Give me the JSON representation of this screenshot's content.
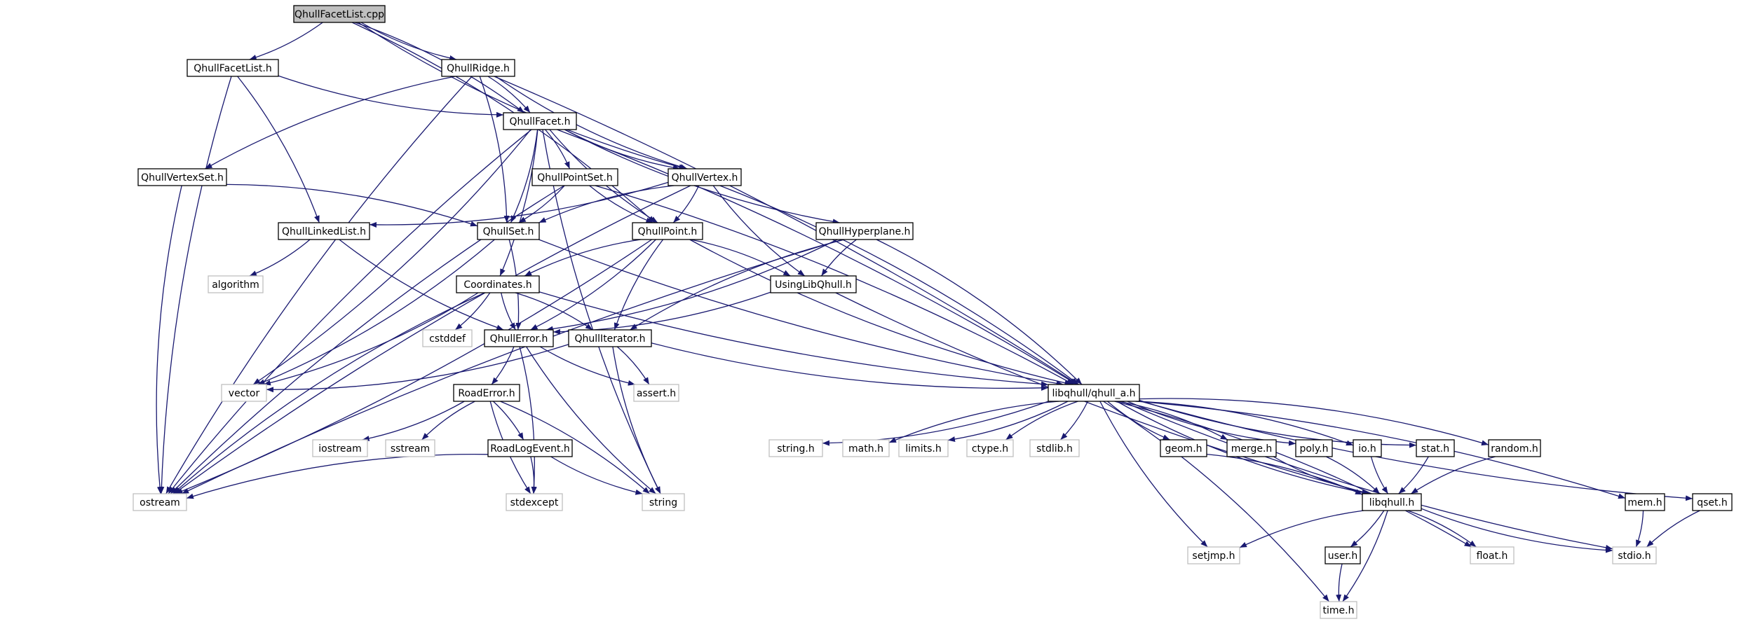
{
  "diagram": {
    "colors": {
      "edge": "#191970",
      "box_border": "#000000",
      "ext_border": "#bfbfbf",
      "root_fill": "#bfbfbf",
      "box_fill": "#ffffff",
      "text": "#000000"
    },
    "nodes": [
      {
        "id": "cpp",
        "label": "QhullFacetList.cpp",
        "kind": "root"
      },
      {
        "id": "fl_h",
        "label": "QhullFacetList.h",
        "kind": "box"
      },
      {
        "id": "ridge",
        "label": "QhullRidge.h",
        "kind": "box"
      },
      {
        "id": "facet",
        "label": "QhullFacet.h",
        "kind": "box"
      },
      {
        "id": "vset",
        "label": "QhullVertexSet.h",
        "kind": "box"
      },
      {
        "id": "pset",
        "label": "QhullPointSet.h",
        "kind": "box"
      },
      {
        "id": "vertex",
        "label": "QhullVertex.h",
        "kind": "box"
      },
      {
        "id": "llist",
        "label": "QhullLinkedList.h",
        "kind": "box"
      },
      {
        "id": "set",
        "label": "QhullSet.h",
        "kind": "box"
      },
      {
        "id": "point",
        "label": "QhullPoint.h",
        "kind": "box"
      },
      {
        "id": "hyper",
        "label": "QhullHyperplane.h",
        "kind": "box"
      },
      {
        "id": "algorithm",
        "label": "algorithm",
        "kind": "ext"
      },
      {
        "id": "coords",
        "label": "Coordinates.h",
        "kind": "box"
      },
      {
        "id": "using",
        "label": "UsingLibQhull.h",
        "kind": "box"
      },
      {
        "id": "cstddef",
        "label": "cstddef",
        "kind": "ext"
      },
      {
        "id": "error",
        "label": "QhullError.h",
        "kind": "box"
      },
      {
        "id": "iter",
        "label": "QhullIterator.h",
        "kind": "box"
      },
      {
        "id": "vector",
        "label": "vector",
        "kind": "ext"
      },
      {
        "id": "roaderr",
        "label": "RoadError.h",
        "kind": "box"
      },
      {
        "id": "assert",
        "label": "assert.h",
        "kind": "ext"
      },
      {
        "id": "qa",
        "label": "libqhull/qhull_a.h",
        "kind": "box"
      },
      {
        "id": "iostream",
        "label": "iostream",
        "kind": "ext"
      },
      {
        "id": "sstream",
        "label": "sstream",
        "kind": "ext"
      },
      {
        "id": "rle",
        "label": "RoadLogEvent.h",
        "kind": "box"
      },
      {
        "id": "string_h",
        "label": "string.h",
        "kind": "ext"
      },
      {
        "id": "math",
        "label": "math.h",
        "kind": "ext"
      },
      {
        "id": "limits",
        "label": "limits.h",
        "kind": "ext"
      },
      {
        "id": "ctype",
        "label": "ctype.h",
        "kind": "ext"
      },
      {
        "id": "stdlib",
        "label": "stdlib.h",
        "kind": "ext"
      },
      {
        "id": "geom",
        "label": "geom.h",
        "kind": "box"
      },
      {
        "id": "merge",
        "label": "merge.h",
        "kind": "box"
      },
      {
        "id": "poly",
        "label": "poly.h",
        "kind": "box"
      },
      {
        "id": "io",
        "label": "io.h",
        "kind": "box"
      },
      {
        "id": "stat",
        "label": "stat.h",
        "kind": "box"
      },
      {
        "id": "random",
        "label": "random.h",
        "kind": "box"
      },
      {
        "id": "ostream",
        "label": "ostream",
        "kind": "ext"
      },
      {
        "id": "stdexcept",
        "label": "stdexcept",
        "kind": "ext"
      },
      {
        "id": "string",
        "label": "string",
        "kind": "ext"
      },
      {
        "id": "libqhull",
        "label": "libqhull.h",
        "kind": "box"
      },
      {
        "id": "mem",
        "label": "mem.h",
        "kind": "box"
      },
      {
        "id": "qset",
        "label": "qset.h",
        "kind": "box"
      },
      {
        "id": "user",
        "label": "user.h",
        "kind": "box"
      },
      {
        "id": "setjmp",
        "label": "setjmp.h",
        "kind": "ext"
      },
      {
        "id": "float",
        "label": "float.h",
        "kind": "ext"
      },
      {
        "id": "stdio",
        "label": "stdio.h",
        "kind": "ext"
      },
      {
        "id": "time",
        "label": "time.h",
        "kind": "ext"
      }
    ],
    "edges": [
      [
        "cpp",
        "fl_h"
      ],
      [
        "cpp",
        "ridge"
      ],
      [
        "cpp",
        "facet"
      ],
      [
        "cpp",
        "vertex"
      ],
      [
        "cpp",
        "point"
      ],
      [
        "fl_h",
        "facet"
      ],
      [
        "fl_h",
        "llist"
      ],
      [
        "fl_h",
        "ostream"
      ],
      [
        "ridge",
        "facet"
      ],
      [
        "ridge",
        "vset"
      ],
      [
        "ridge",
        "set"
      ],
      [
        "ridge",
        "vertex"
      ],
      [
        "ridge",
        "qa"
      ],
      [
        "ridge",
        "ostream"
      ],
      [
        "facet",
        "pset"
      ],
      [
        "facet",
        "vertex"
      ],
      [
        "facet",
        "set"
      ],
      [
        "facet",
        "point"
      ],
      [
        "facet",
        "coords"
      ],
      [
        "facet",
        "hyper"
      ],
      [
        "facet",
        "qa"
      ],
      [
        "facet",
        "ostream"
      ],
      [
        "facet",
        "vector"
      ],
      [
        "facet",
        "string"
      ],
      [
        "vset",
        "set"
      ],
      [
        "vset",
        "ostream"
      ],
      [
        "pset",
        "set"
      ],
      [
        "pset",
        "point"
      ],
      [
        "pset",
        "qa"
      ],
      [
        "pset",
        "ostream"
      ],
      [
        "vertex",
        "llist"
      ],
      [
        "vertex",
        "set"
      ],
      [
        "vertex",
        "point"
      ],
      [
        "vertex",
        "using"
      ],
      [
        "vertex",
        "qa"
      ],
      [
        "vertex",
        "ostream"
      ],
      [
        "llist",
        "algorithm"
      ],
      [
        "llist",
        "error"
      ],
      [
        "set",
        "error"
      ],
      [
        "set",
        "qa"
      ],
      [
        "set",
        "vector"
      ],
      [
        "point",
        "coords"
      ],
      [
        "point",
        "error"
      ],
      [
        "point",
        "iter"
      ],
      [
        "point",
        "using"
      ],
      [
        "point",
        "qa"
      ],
      [
        "point",
        "ostream"
      ],
      [
        "hyper",
        "using"
      ],
      [
        "hyper",
        "error"
      ],
      [
        "hyper",
        "iter"
      ],
      [
        "hyper",
        "qa"
      ],
      [
        "hyper",
        "ostream"
      ],
      [
        "coords",
        "cstddef"
      ],
      [
        "coords",
        "error"
      ],
      [
        "coords",
        "iter"
      ],
      [
        "coords",
        "qa"
      ],
      [
        "coords",
        "vector"
      ],
      [
        "coords",
        "ostream"
      ],
      [
        "using",
        "error"
      ],
      [
        "using",
        "libqhull"
      ],
      [
        "error",
        "roaderr"
      ],
      [
        "error",
        "assert"
      ],
      [
        "error",
        "stdexcept"
      ],
      [
        "error",
        "string"
      ],
      [
        "iter",
        "assert"
      ],
      [
        "iter",
        "qa"
      ],
      [
        "iter",
        "vector"
      ],
      [
        "iter",
        "string"
      ],
      [
        "roaderr",
        "iostream"
      ],
      [
        "roaderr",
        "sstream"
      ],
      [
        "roaderr",
        "rle"
      ],
      [
        "roaderr",
        "stdexcept"
      ],
      [
        "roaderr",
        "string"
      ],
      [
        "rle",
        "ostream"
      ],
      [
        "rle",
        "stdexcept"
      ],
      [
        "rle",
        "string"
      ],
      [
        "qa",
        "string_h"
      ],
      [
        "qa",
        "math"
      ],
      [
        "qa",
        "limits"
      ],
      [
        "qa",
        "ctype"
      ],
      [
        "qa",
        "stdlib"
      ],
      [
        "qa",
        "setjmp"
      ],
      [
        "qa",
        "time"
      ],
      [
        "qa",
        "geom"
      ],
      [
        "qa",
        "merge"
      ],
      [
        "qa",
        "poly"
      ],
      [
        "qa",
        "io"
      ],
      [
        "qa",
        "stat"
      ],
      [
        "qa",
        "random"
      ],
      [
        "qa",
        "libqhull"
      ],
      [
        "qa",
        "float"
      ],
      [
        "qa",
        "stdio"
      ],
      [
        "qa",
        "mem"
      ],
      [
        "qa",
        "qset"
      ],
      [
        "geom",
        "libqhull"
      ],
      [
        "merge",
        "libqhull"
      ],
      [
        "poly",
        "libqhull"
      ],
      [
        "io",
        "libqhull"
      ],
      [
        "stat",
        "libqhull"
      ],
      [
        "random",
        "libqhull"
      ],
      [
        "libqhull",
        "user"
      ],
      [
        "libqhull",
        "setjmp"
      ],
      [
        "libqhull",
        "float"
      ],
      [
        "libqhull",
        "stdio"
      ],
      [
        "libqhull",
        "time"
      ],
      [
        "user",
        "time"
      ],
      [
        "mem",
        "stdio"
      ],
      [
        "qset",
        "stdio"
      ]
    ]
  }
}
